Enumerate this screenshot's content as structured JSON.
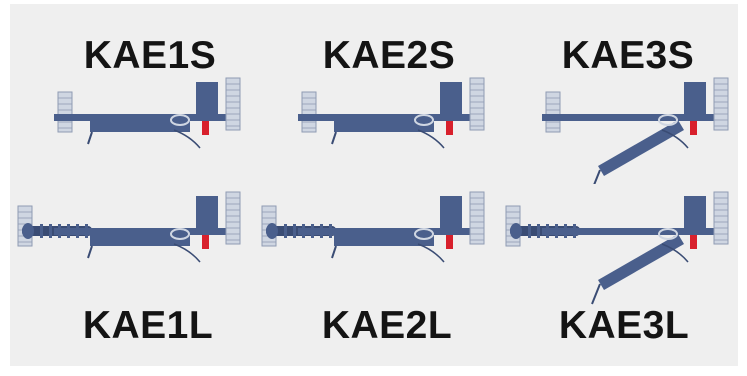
{
  "items": [
    {
      "label": "KAE1S",
      "variant": "plain",
      "length": "short"
    },
    {
      "label": "KAE2S",
      "variant": "plain-hook",
      "length": "short"
    },
    {
      "label": "KAE3S",
      "variant": "angled",
      "length": "short"
    },
    {
      "label": "KAE1L",
      "variant": "plain",
      "length": "long"
    },
    {
      "label": "KAE2L",
      "variant": "plain-hook",
      "length": "long"
    },
    {
      "label": "KAE3L",
      "variant": "angled",
      "length": "long"
    }
  ],
  "colors": {
    "body": "#4a5f8c",
    "body_dark": "#3a4c74",
    "accent_red": "#d8202c",
    "bolt": "#cfd6e2",
    "bolt_line": "#8f9bb3",
    "label": "#141414",
    "background": "#efefef"
  }
}
